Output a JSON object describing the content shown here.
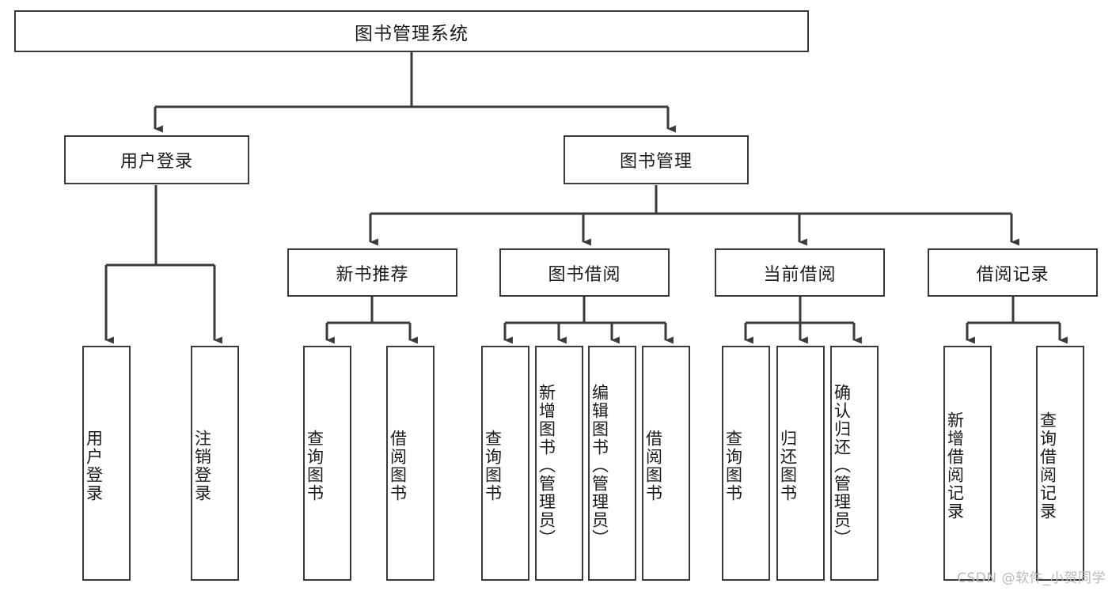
{
  "diagram": {
    "title": "图书管理系统",
    "type": "tree-hierarchy-chart",
    "watermark": "CSDN @软件_小贺同学",
    "colors": {
      "box_border": "#3a3a3a",
      "box_fill": "#ffffff",
      "connector": "#3a3a3a",
      "text": "#1a1a1a",
      "watermark": "#b9b9b9",
      "background": "#ffffff"
    },
    "root": {
      "label": "图书管理系统"
    },
    "level2": [
      {
        "label": "用户登录"
      },
      {
        "label": "图书管理"
      }
    ],
    "level3": [
      {
        "label": "新书推荐"
      },
      {
        "label": "图书借阅"
      },
      {
        "label": "当前借阅"
      },
      {
        "label": "借阅记录"
      }
    ],
    "leaves": {
      "user_login": [
        {
          "label": "用户登录"
        },
        {
          "label": "注销登录"
        }
      ],
      "new_book_recommend": [
        {
          "label": "查询图书"
        },
        {
          "label": "借阅图书"
        }
      ],
      "book_borrow": [
        {
          "label": "查询图书"
        },
        {
          "label": "新增图书（管理员）"
        },
        {
          "label": "编辑图书（管理员）"
        },
        {
          "label": "借阅图书"
        }
      ],
      "current_borrow": [
        {
          "label": "查询图书"
        },
        {
          "label": "归还图书"
        },
        {
          "label": "确认归还（管理员）"
        }
      ],
      "borrow_record": [
        {
          "label": "新增借阅记录"
        },
        {
          "label": "查询借阅记录"
        }
      ]
    }
  }
}
